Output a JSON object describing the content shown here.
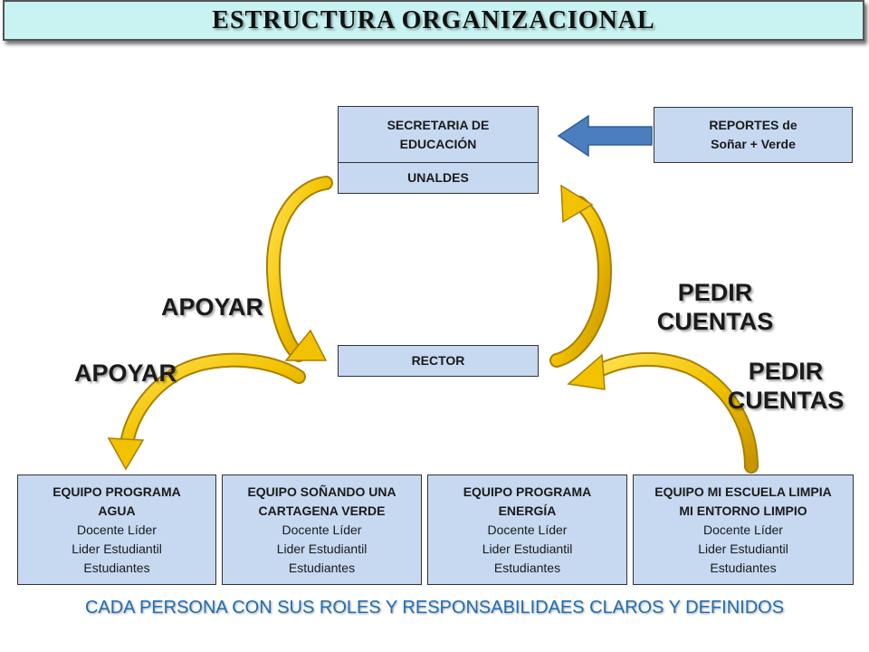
{
  "title": "ESTRUCTURA ORGANIZACIONAL",
  "secretaria": {
    "line1": "SECRETARIA DE",
    "line2": "EDUCACIÓN",
    "sub": "UNALDES"
  },
  "reportes": {
    "line1": "REPORTES de",
    "line2": "Soñar + Verde"
  },
  "rector": "RECTOR",
  "labels": {
    "apoyar_upper": "APOYAR",
    "apoyar_lower": "APOYAR",
    "pedir_upper": {
      "line1": "PEDIR",
      "line2": "CUENTAS"
    },
    "pedir_lower": {
      "line1": "PEDIR",
      "line2": "CUENTAS"
    }
  },
  "teams": [
    {
      "name1": "EQUIPO PROGRAMA",
      "name2": "AGUA",
      "r1": "Docente Líder",
      "r2": "Lider Estudiantil",
      "r3": "Estudiantes"
    },
    {
      "name1": "EQUIPO SOÑANDO UNA",
      "name2": "CARTAGENA VERDE",
      "r1": "Docente Líder",
      "r2": "Lider Estudiantil",
      "r3": "Estudiantes"
    },
    {
      "name1": "EQUIPO PROGRAMA",
      "name2": "ENERGÍA",
      "r1": "Docente Líder",
      "r2": "Lider Estudiantil",
      "r3": "Estudiantes"
    },
    {
      "name1": "EQUIPO MI ESCUELA LIMPIA",
      "name2": "MI ENTORNO LIMPIO",
      "r1": "Docente Líder",
      "r2": "Lider Estudiantil",
      "r3": "Estudiantes"
    }
  ],
  "footer": "CADA PERSONA CON SUS ROLES Y RESPONSABILIDAES CLAROS Y DEFINIDOS",
  "colors": {
    "box_fill": "#c6d9f1",
    "arrow_gold": "#f2c200",
    "arrow_blue": "#4a7ebf",
    "footer_text": "#1f6fb5",
    "title_fill": "#c9f3f3"
  }
}
